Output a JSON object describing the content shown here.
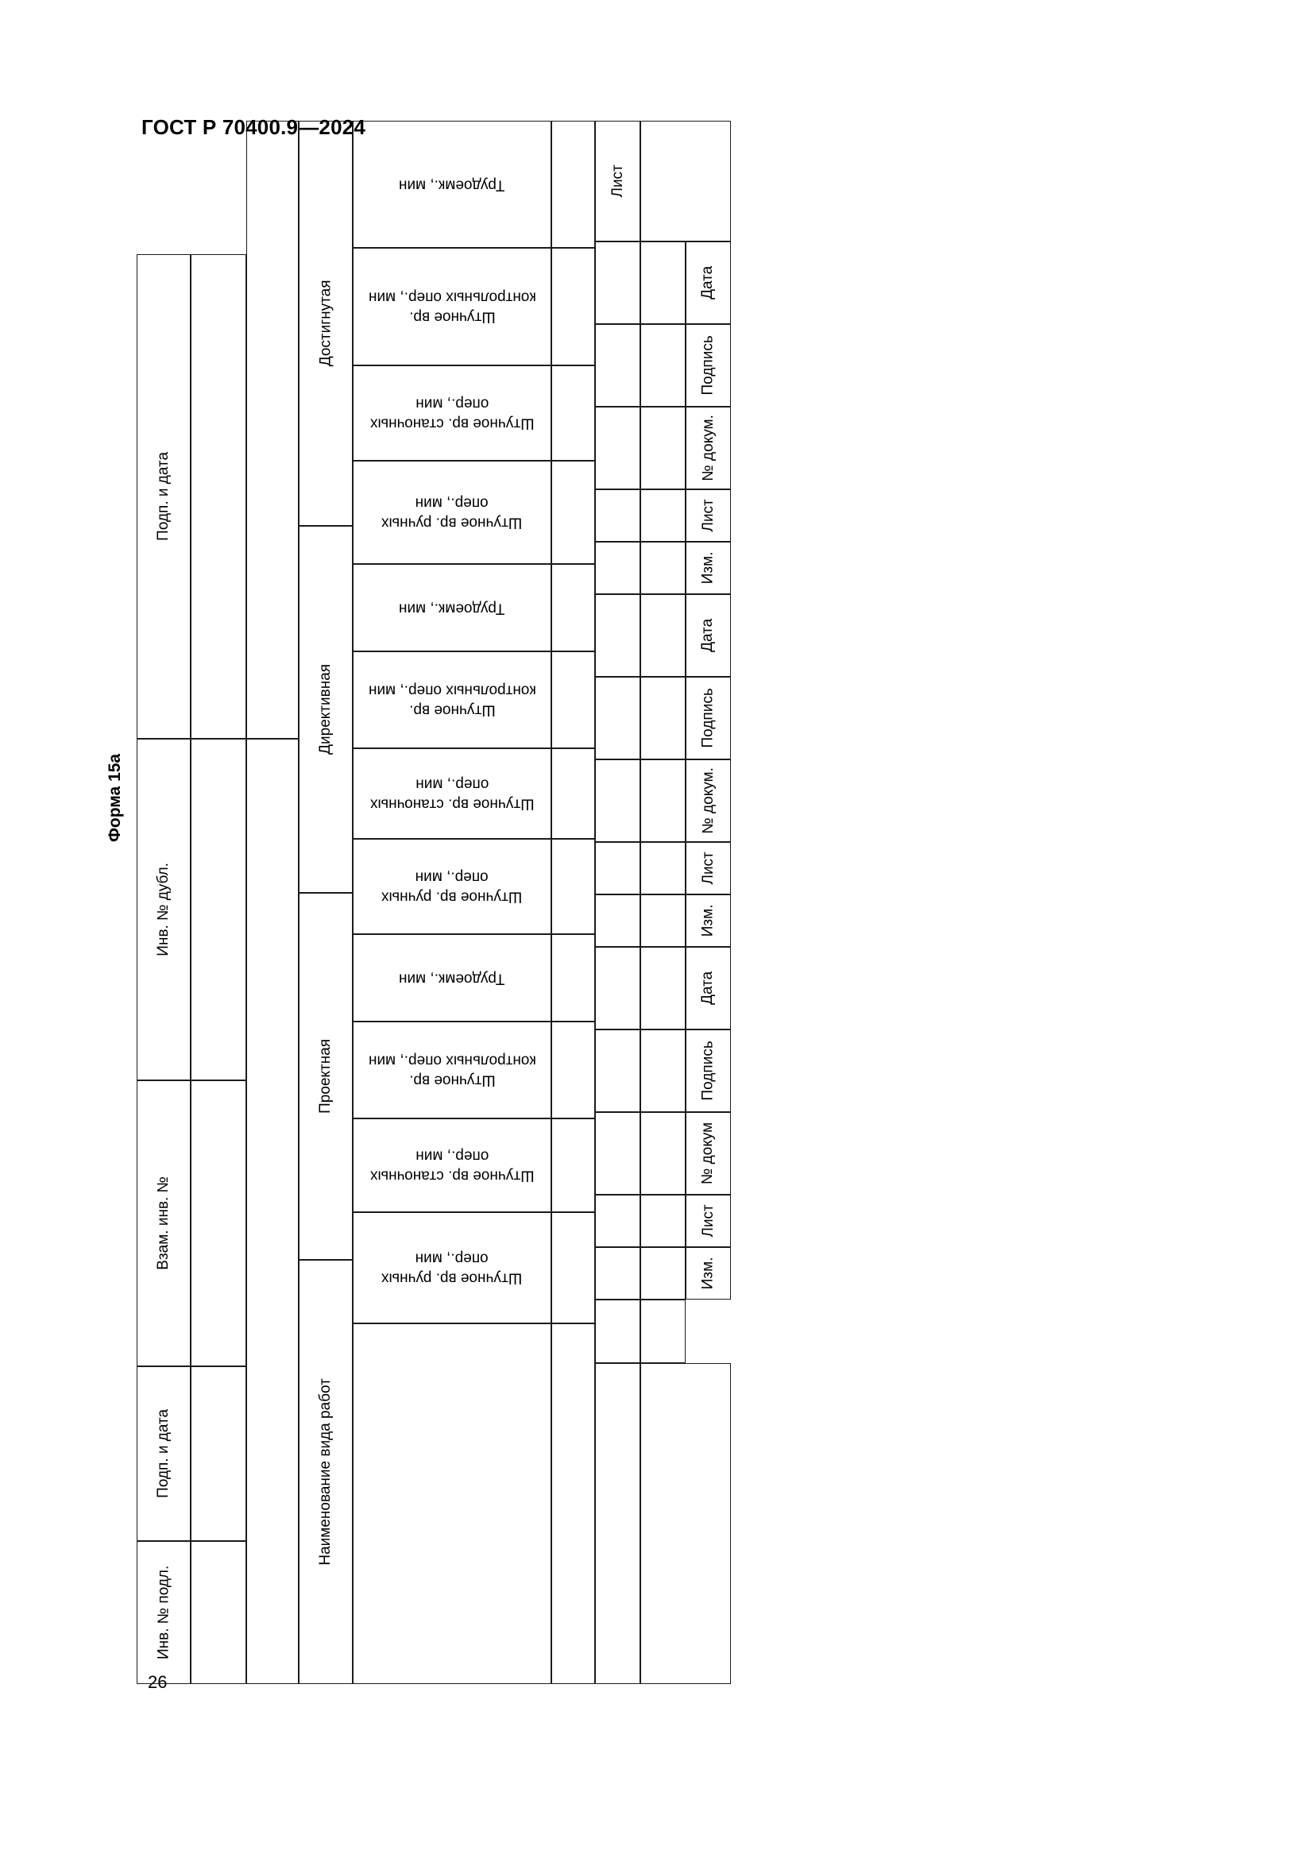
{
  "document": {
    "standard_header": "ГОСТ Р 70400.9—2024",
    "page_number": "26",
    "form_caption": "Форма 15а"
  },
  "left_margin_column": {
    "blocks": [
      {
        "label": "Подп. и дата"
      },
      {
        "label": "Инв. № дубл."
      },
      {
        "label": "Взам. инв. №"
      },
      {
        "label": "Подп. и\nдата"
      },
      {
        "label": "Инв. №\nподл."
      }
    ]
  },
  "table": {
    "row_header_label": "Наименование\nвида работ",
    "groups": [
      {
        "name": "Достигнутая",
        "columns": [
          "Трудоемк., мин",
          "Штучное вр.\nконтрольных опер., мин",
          "Штучное вр. станочных\nопер., мин",
          "Штучное вр. ручных\nопер., мин"
        ]
      },
      {
        "name": "Директивная",
        "columns": [
          "Трудоемк., мин",
          "Штучное вр.\nконтрольных опер., мин",
          "Штучное вр. станочных\nопер., мин",
          "Штучное вр. ручных\nопер., мин"
        ]
      },
      {
        "name": "Проектная",
        "columns": [
          "Трудоемк., мин",
          "Штучное вр.\nконтрольных опер., мин",
          "Штучное вр. станочных\nопер., мин",
          "Штучное вр. ручных\nопер., мин"
        ]
      }
    ]
  },
  "title_block": {
    "sheet_label": "Лист",
    "change_rows": [
      {
        "fields": [
          "Дата",
          "Подпись",
          "№ докум.",
          "Лист",
          "Изм."
        ]
      },
      {
        "fields": [
          "Дата",
          "Подпись",
          "№ докум.",
          "Лист",
          "Изм."
        ]
      },
      {
        "fields": [
          "Дата",
          "Подпись",
          "№ докум",
          "Лист",
          "Изм."
        ]
      }
    ],
    "all_labels": [
      "Лист",
      "Дата",
      "Подпись",
      "№ докум.",
      "Лист",
      "Изм.",
      "Дата",
      "Подпись",
      "№ докум.",
      "Лист",
      "Изм.",
      "Дата",
      "Подпись",
      "№ докум",
      "Лист",
      "Изм."
    ]
  }
}
